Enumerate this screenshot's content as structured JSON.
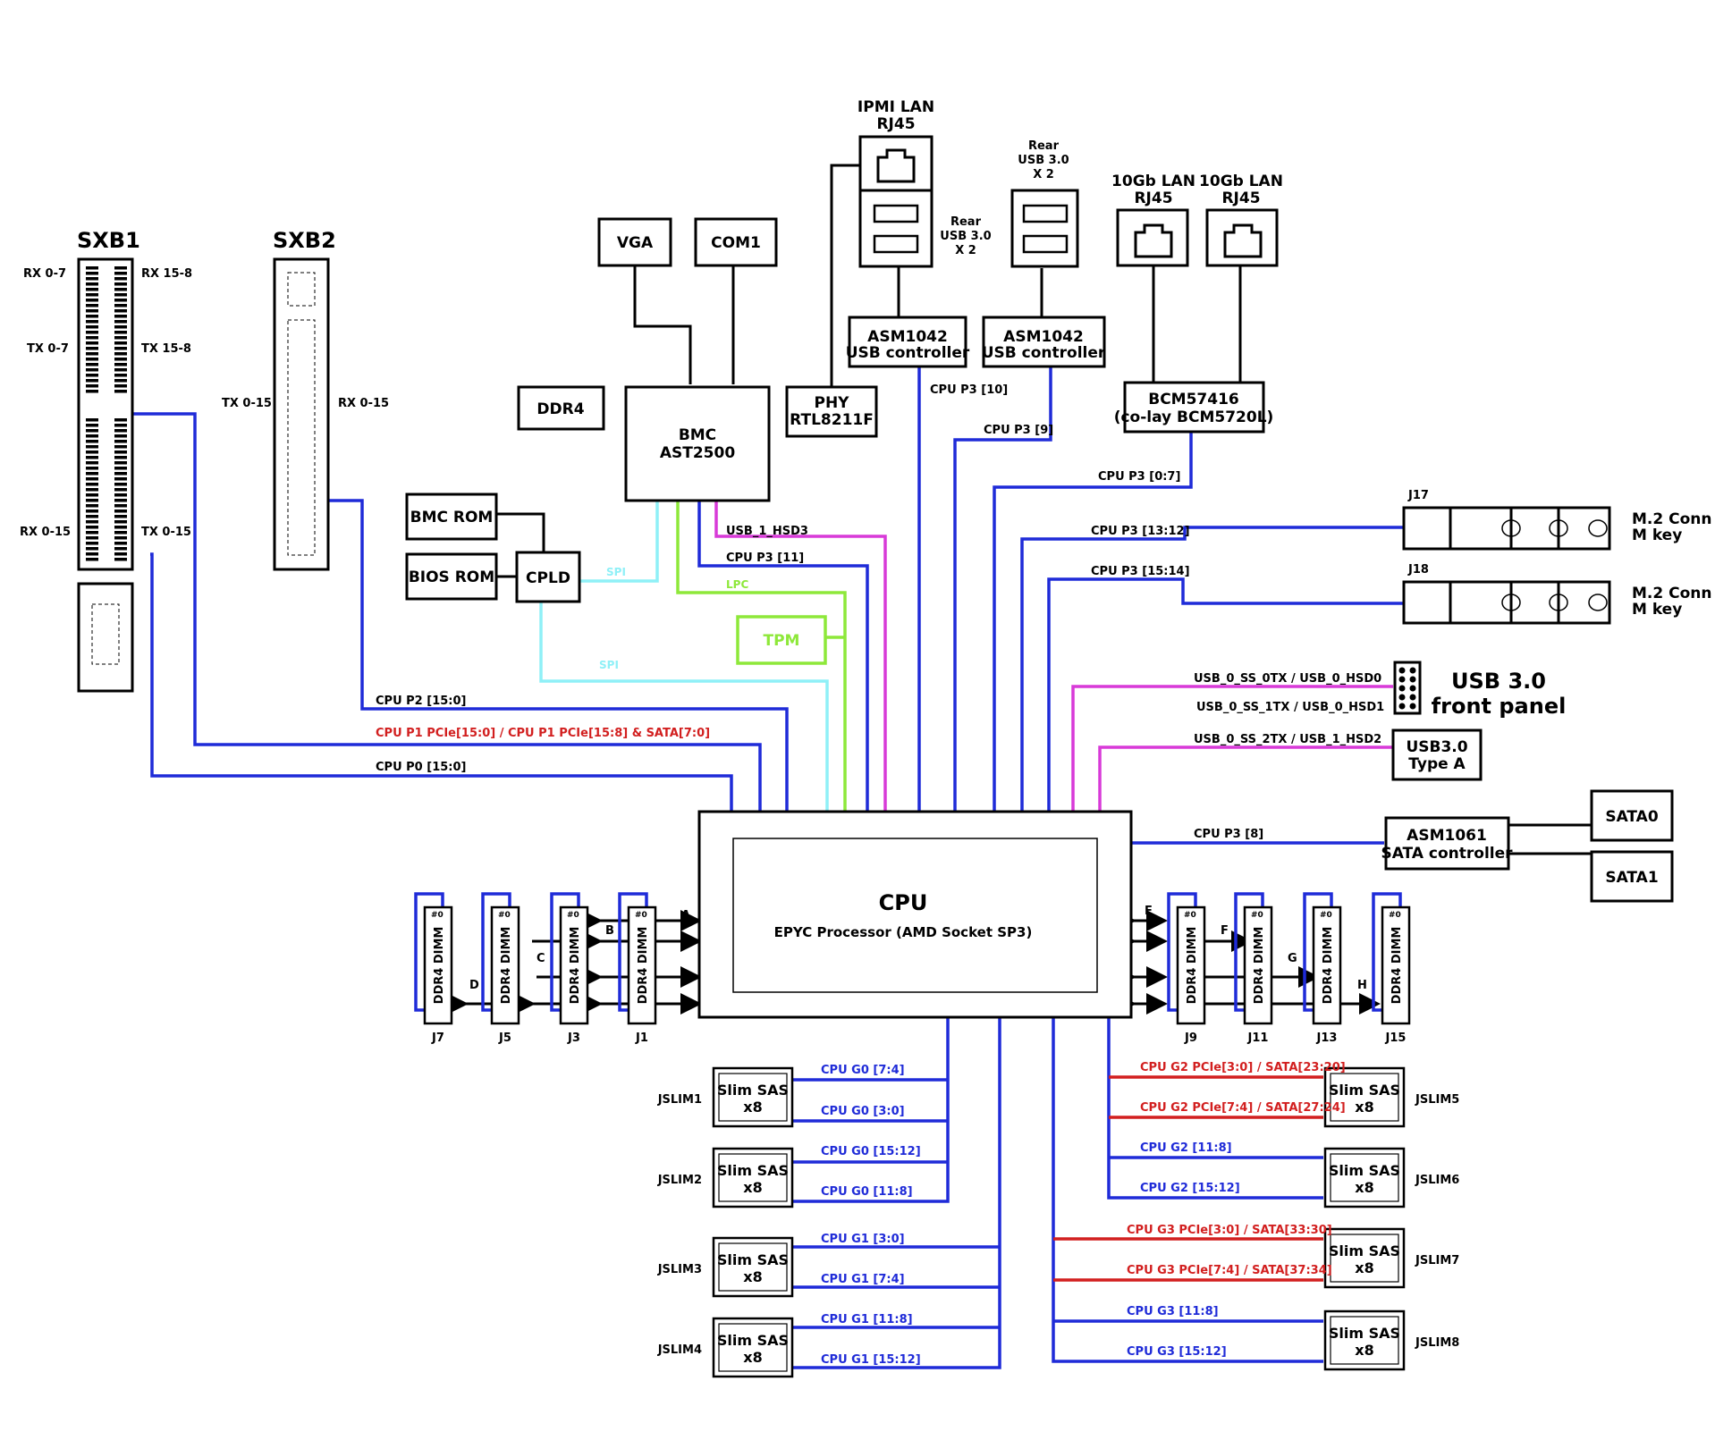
{
  "titles": {
    "sxb1": "SXB1",
    "sxb2": "SXB2",
    "usb_front_1": "USB 3.0",
    "usb_front_2": "front panel"
  },
  "sxb_labels": {
    "rx07": "RX 0-7",
    "rx158": "RX 15-8",
    "tx07": "TX 0-7",
    "tx158": "TX 15-8",
    "rx015_l": "RX 0-15",
    "tx015_l": "TX 0-15",
    "tx015_2": "TX 0-15",
    "rx015_2": "RX 0-15"
  },
  "blocks": {
    "vga": "VGA",
    "com1": "COM1",
    "ddr4": "DDR4",
    "bmc1": "BMC",
    "bmc2": "AST2500",
    "phy1": "PHY",
    "phy2": "RTL8211F",
    "ipmi1": "IPMI LAN",
    "ipmi2": "RJ45",
    "rear_usb_a1": "Rear",
    "rear_usb_a2": "USB 3.0",
    "rear_usb_a3": "X 2",
    "rear_usb_b1": "Rear",
    "rear_usb_b2": "USB 3.0",
    "rear_usb_b3": "X 2",
    "asm1042": "ASM1042",
    "usb_ctrl": "USB controller",
    "lan10_1": "10Gb LAN",
    "lan10_2": "RJ45",
    "bcm1": "BCM57416",
    "bcm2": "(co-lay BCM5720L)",
    "bmc_rom": "BMC ROM",
    "bios_rom": "BIOS ROM",
    "cpld": "CPLD",
    "tpm": "TPM",
    "m2_1": "M.2 Conn",
    "m2_2": "M key",
    "j17": "J17",
    "j18": "J18",
    "usb_typea_1": "USB3.0",
    "usb_typea_2": "Type A",
    "asm1061_1": "ASM1061",
    "asm1061_2": "SATA controller",
    "sata0": "SATA0",
    "sata1": "SATA1",
    "cpu_title": "CPU",
    "cpu_sub": "EPYC Processor (AMD Socket SP3)",
    "slim_1": "Slim SAS",
    "slim_2": "x8"
  },
  "buses": {
    "p3_10": "CPU P3 [10]",
    "p3_9": "CPU P3 [9]",
    "p3_0_7": "CPU P3 [0:7]",
    "p3_13_12": "CPU P3 [13:12]",
    "p3_15_14": "CPU P3 [15:14]",
    "p3_11": "CPU P3 [11]",
    "p3_8": "CPU P3 [8]",
    "usb1_hsd3": "USB_1_HSD3",
    "lpc": "LPC",
    "spi": "SPI",
    "p2": "CPU P2 [15:0]",
    "p1": "CPU P1 PCIe[15:0] / CPU P1 PCIe[15:8] & SATA[7:0]",
    "p0": "CPU P0 [15:0]",
    "usb_0tx": "USB_0_SS_0TX / USB_0_HSD0",
    "usb_1tx": "USB_0_SS_1TX / USB_0_HSD1",
    "usb_2tx": "USB_0_SS_2TX / USB_1_HSD2"
  },
  "dimm": {
    "label": "DDR4 DIMM",
    "idx": "#0",
    "left": [
      "J7",
      "J5",
      "J3",
      "J1"
    ],
    "right": [
      "J9",
      "J11",
      "J13",
      "J15"
    ],
    "channels": [
      "A",
      "B",
      "C",
      "D",
      "E",
      "F",
      "G",
      "H"
    ]
  },
  "slims": {
    "left_names": [
      "JSLIM1",
      "JSLIM2",
      "JSLIM3",
      "JSLIM4"
    ],
    "right_names": [
      "JSLIM5",
      "JSLIM6",
      "JSLIM7",
      "JSLIM8"
    ],
    "g0_7_4": "CPU G0 [7:4]",
    "g0_3_0": "CPU G0 [3:0]",
    "g0_15_12": "CPU G0 [15:12]",
    "g0_11_8": "CPU G0 [11:8]",
    "g1_3_0": "CPU G1 [3:0]",
    "g1_7_4": "CPU G1 [7:4]",
    "g1_11_8": "CPU G1 [11:8]",
    "g1_15_12": "CPU G1 [15:12]",
    "g2_a": "CPU G2 PCIe[3:0] / SATA[23:20]",
    "g2_b": "CPU G2 PCIe[7:4] / SATA[27:24]",
    "g2_11_8": "CPU G2 [11:8]",
    "g2_15_12": "CPU G2 [15:12]",
    "g3_a": "CPU G3 PCIe[3:0] / SATA[33:30]",
    "g3_b": "CPU G3 PCIe[7:4] / SATA[37:34]",
    "g3_11_8": "CPU G3 [11:8]",
    "g3_15_12": "CPU G3 [15:12]"
  },
  "colors": {
    "pcie": "#1f2bd8",
    "sata": "#d21f1f",
    "usb": "#d83ad8",
    "lpc": "#8ee83a",
    "spi": "#8ff0f7"
  }
}
